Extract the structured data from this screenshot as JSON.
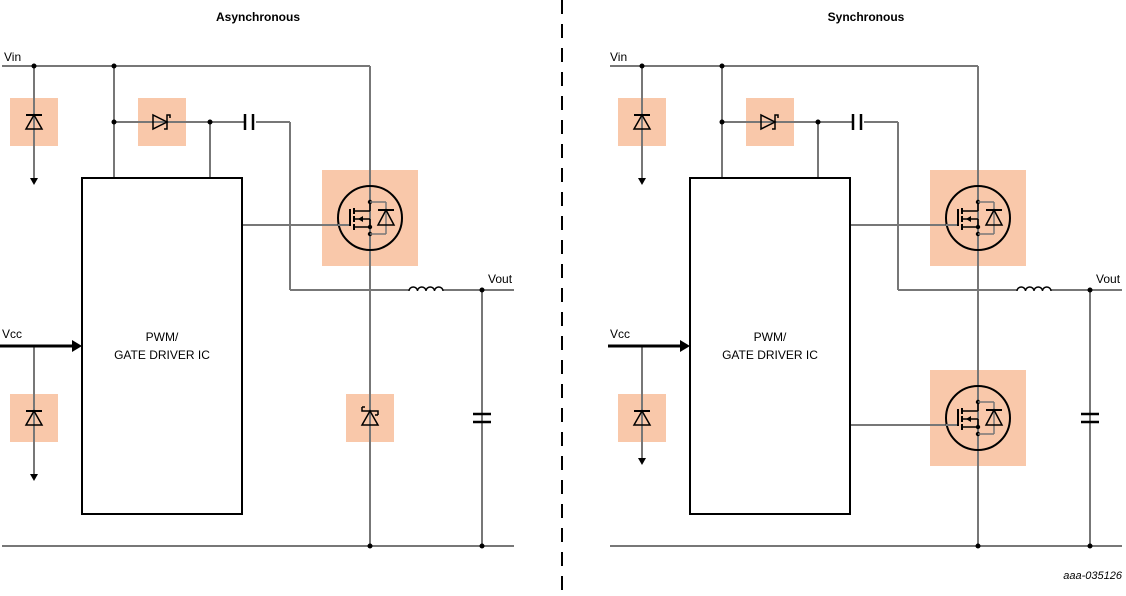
{
  "diagram": {
    "left": {
      "title": "Asynchronous",
      "vin_label": "Vin",
      "vcc_label": "Vcc",
      "vout_label": "Vout",
      "ic_line1": "PWM/",
      "ic_line2": "GATE DRIVER IC",
      "highlighted_components": [
        "tvs-diode-vin",
        "schottky-bootstrap-diode",
        "high-side-mosfet",
        "tvs-diode-vcc",
        "schottky-freewheel-diode"
      ]
    },
    "right": {
      "title": "Synchronous",
      "vin_label": "Vin",
      "vcc_label": "Vcc",
      "vout_label": "Vout",
      "ic_line1": "PWM/",
      "ic_line2": "GATE DRIVER IC",
      "highlighted_components": [
        "tvs-diode-vin",
        "schottky-bootstrap-diode",
        "high-side-mosfet",
        "tvs-diode-vcc",
        "low-side-mosfet"
      ]
    },
    "figure_code": "aaa-035126",
    "highlight_color": "#f9c8aa"
  }
}
